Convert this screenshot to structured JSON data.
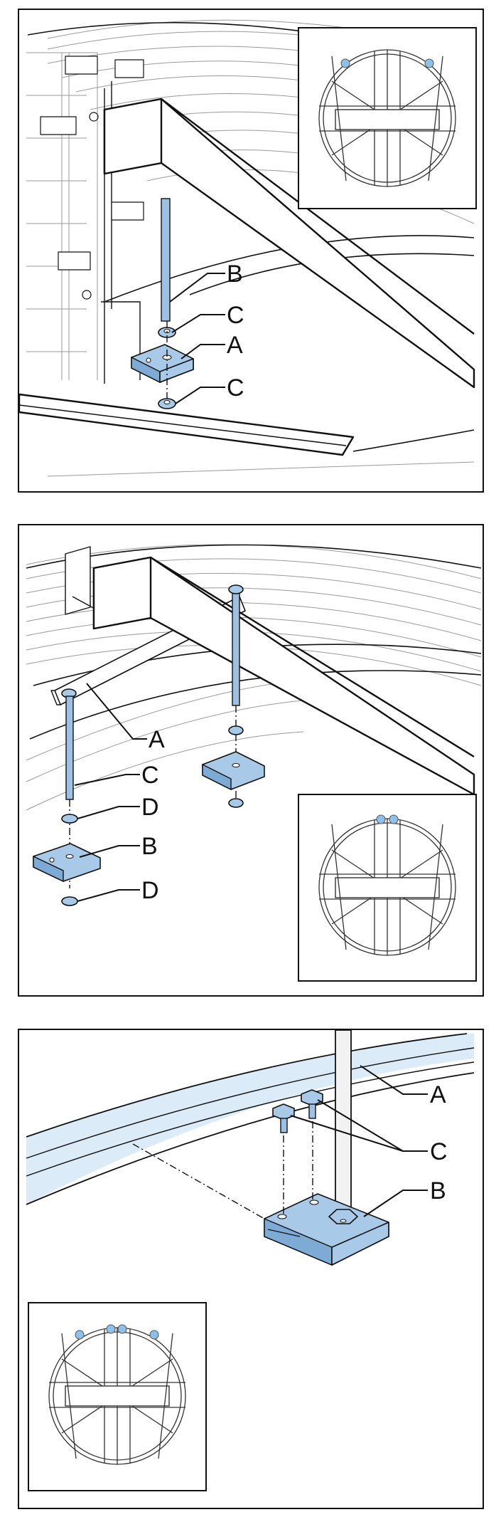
{
  "panels": [
    {
      "labels": {
        "b": "B",
        "c_upper": "C",
        "a": "A",
        "c_lower": "C"
      },
      "inset_markers": 2
    },
    {
      "labels": {
        "a": "A",
        "c": "C",
        "d_upper": "D",
        "b": "B",
        "d_lower": "D"
      },
      "inset_markers": 2
    },
    {
      "labels": {
        "a": "A",
        "c": "C",
        "b": "B"
      },
      "inset_markers": 4
    }
  ],
  "colors": {
    "part_fill": "#a9c9e8",
    "part_fill_dark": "#7eaad6",
    "rail_fill": "#dcebf8",
    "outline": "#111111",
    "background_lines": "#9a9a9a"
  },
  "icons": [
    "hoop-wheel-inset-icon",
    "position-marker-icon"
  ]
}
